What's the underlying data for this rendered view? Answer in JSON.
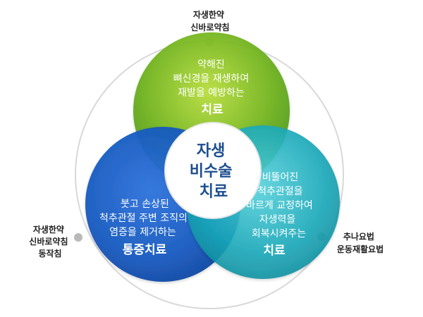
{
  "diagram": {
    "top_label": {
      "line1": "자생한약",
      "line2": "신바로약침"
    },
    "left_label": {
      "line1": "자생한약",
      "line2": "신바로약침",
      "line3": "동작침"
    },
    "right_label": {
      "line1": "추나요법",
      "line2": "운동재활요법"
    },
    "green_circle": {
      "line1": "약해진",
      "line2": "뼈신경을 재생하여",
      "line3": "재발을 예방하는",
      "emphasis": "치료"
    },
    "blue_circle": {
      "line1": "붓고 손상된",
      "line2": "척추관절 주변 조직의",
      "line3": "염증을 제거하는",
      "emphasis": "통증치료"
    },
    "teal_circle": {
      "line1": "비뚤어진",
      "line2": "척추관절을",
      "line3": "바르게 교정하여",
      "line4": "자생력을",
      "line5": "회복시켜주는",
      "emphasis": "치료"
    },
    "center": {
      "line1": "자생",
      "line2": "비수술",
      "line3": "치료"
    }
  }
}
